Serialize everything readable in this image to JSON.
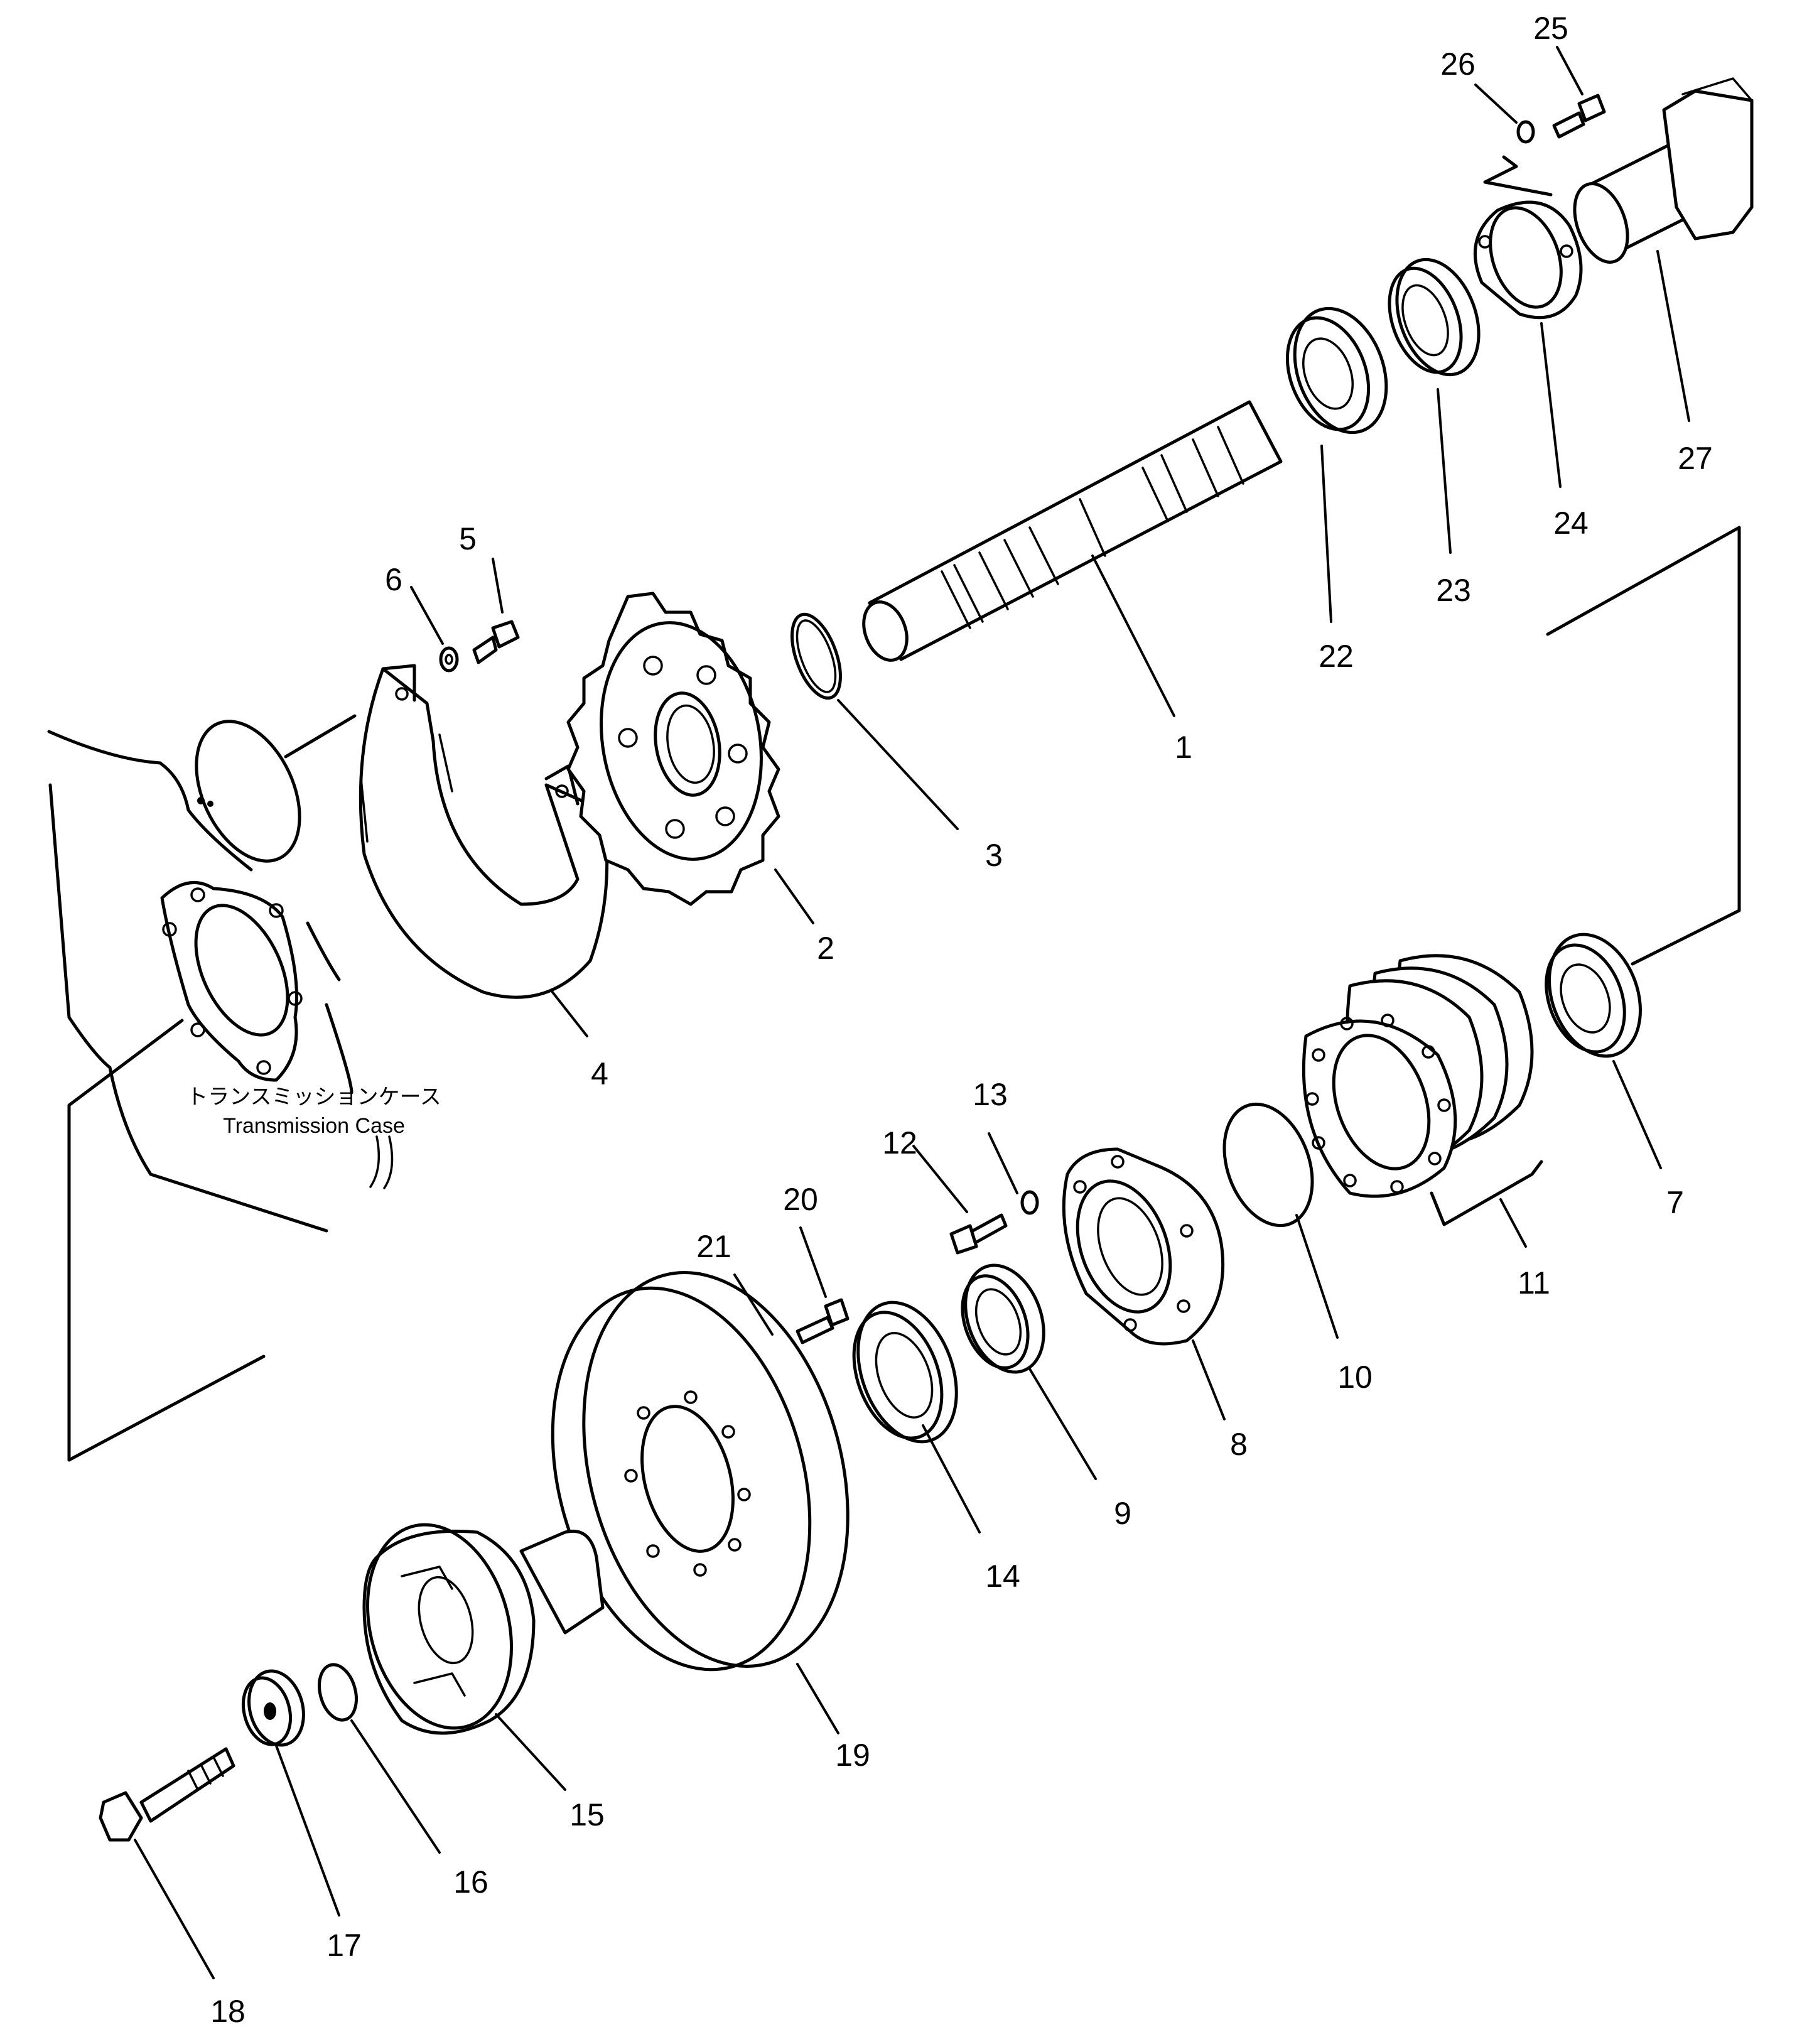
{
  "case_label": {
    "japanese": "トランスミッションケース",
    "english": "Transmission Case"
  },
  "callouts": [
    "1",
    "2",
    "3",
    "4",
    "5",
    "6",
    "7",
    "8",
    "9",
    "10",
    "11",
    "12",
    "13",
    "14",
    "15",
    "16",
    "17",
    "18",
    "19",
    "20",
    "21",
    "22",
    "23",
    "24",
    "25",
    "26",
    "27"
  ]
}
